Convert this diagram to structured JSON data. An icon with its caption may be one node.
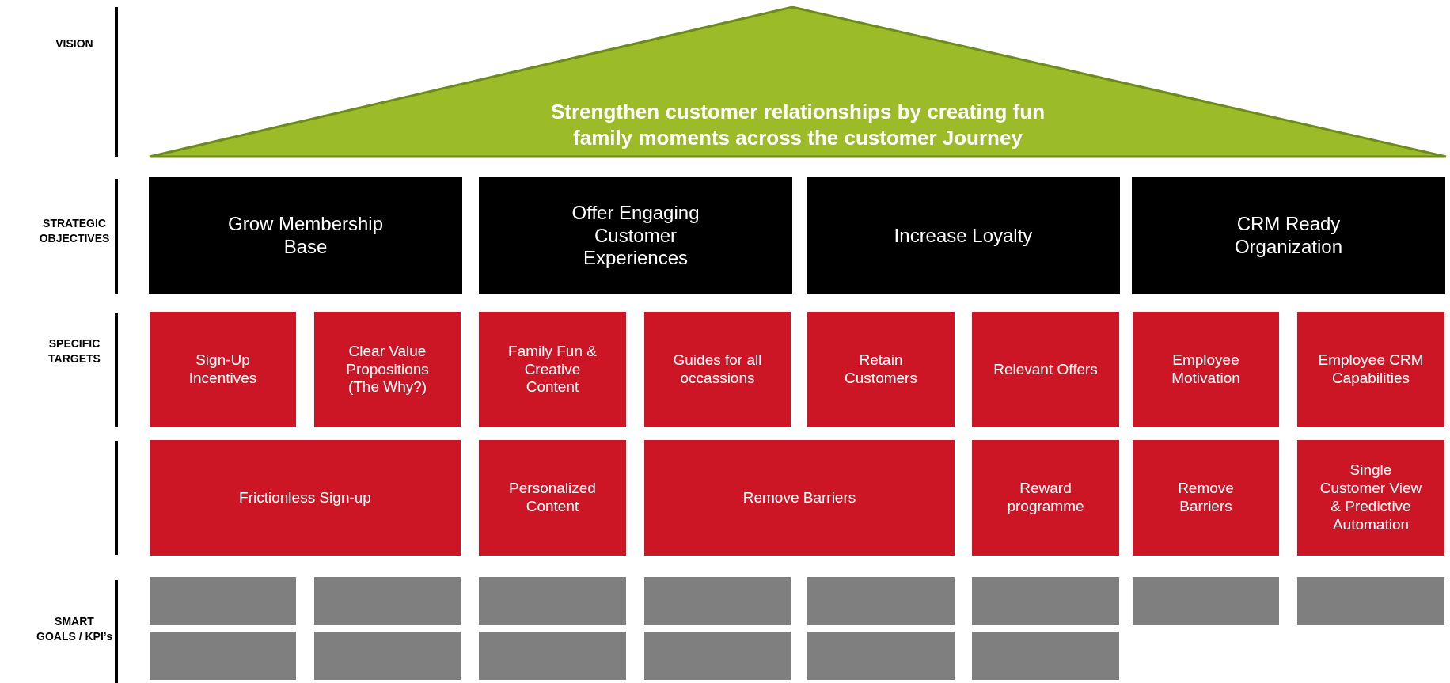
{
  "diagram": {
    "nodes": [
      {
        "text": [
          "Strengthen customer relationships by creating fun family moments across the customer Journey"
        ]
      },
      {
        "text": [
          "Grow Membership Base"
        ]
      },
      {
        "text": [
          "Offer Engaging Customer Experiences"
        ]
      },
      {
        "text": [
          "Increase Loyalty"
        ]
      },
      {
        "text": [
          "CRM Ready Organization"
        ]
      },
      {
        "text": [
          "Sign-Up Incentives"
        ]
      },
      {
        "text": [
          "Clear Value Propositions (The Why?)"
        ]
      },
      {
        "text": [
          "Family Fun & Creative Content"
        ]
      },
      {
        "text": [
          "Guides for all occassions"
        ]
      },
      {
        "text": [
          "Retain Customers"
        ]
      },
      {
        "text": [
          "Relevant Offers"
        ]
      },
      {
        "text": [
          "Employee Motivation"
        ]
      },
      {
        "text": [
          "Employee CRM Capabilities"
        ]
      },
      {
        "text": [
          "Frictionless Sign-up"
        ]
      },
      {
        "text": [
          "Personalized Content"
        ]
      },
      {
        "text": [
          "Remove Barriers"
        ]
      },
      {
        "text": [
          "Reward programme"
        ]
      },
      {
        "text": [
          "Remove Barriers"
        ]
      },
      {
        "text": [
          "Single Customer View & Predictive Automation"
        ]
      },
      {
        "text": [],
        "shape": "box"
      },
      {
        "text": [],
        "shape": "box"
      },
      {
        "text": [],
        "shape": "box"
      },
      {
        "text": [],
        "shape": "box"
      },
      {
        "text": [],
        "shape": "box"
      },
      {
        "text": [],
        "shape": "box"
      },
      {
        "text": [],
        "shape": "box"
      },
      {
        "text": [],
        "shape": "box"
      },
      {
        "text": [],
        "shape": "box"
      },
      {
        "text": [],
        "shape": "box"
      },
      {
        "text": [],
        "shape": "box"
      },
      {
        "text": [],
        "shape": "box"
      },
      {
        "text": [],
        "shape": "box"
      },
      {
        "text": [],
        "shape": "box"
      }
    ],
    "labels": [
      "VISION",
      "STRATEGIC OBJECTIVES",
      "SPECIFIC TARGETS",
      "SMART GOALS / KPI’s"
    ]
  }
}
